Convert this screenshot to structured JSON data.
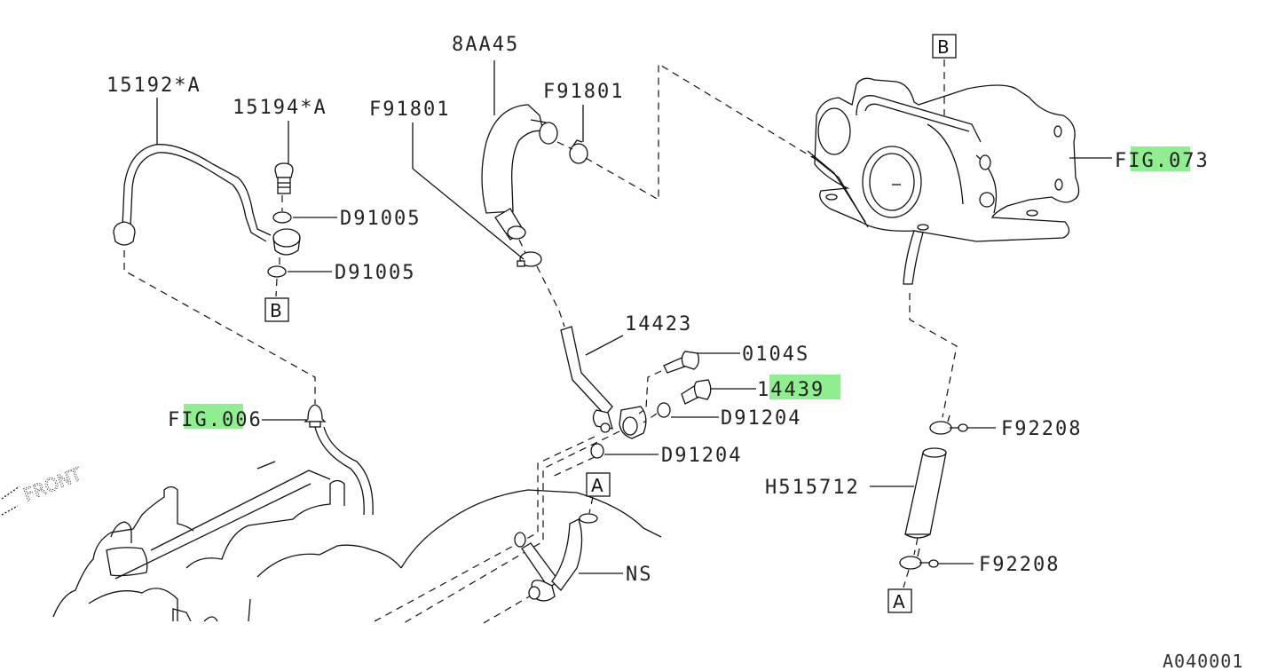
{
  "diagram": {
    "type": "exploded parts diagram",
    "code": "A040001",
    "front_indicator": "FRONT",
    "highlight_color": "#90ee90",
    "labels": [
      {
        "id": "15192A",
        "text": "15192*A"
      },
      {
        "id": "15194A",
        "text": "15194*A"
      },
      {
        "id": "F91801_left",
        "text": "F91801"
      },
      {
        "id": "8AA45",
        "text": "8AA45"
      },
      {
        "id": "F91801_right",
        "text": "F91801"
      },
      {
        "id": "D91005_top",
        "text": "D91005"
      },
      {
        "id": "D91005_bottom",
        "text": "D91005"
      },
      {
        "id": "14423",
        "text": "14423"
      },
      {
        "id": "0104S",
        "text": "0104S"
      },
      {
        "id": "D91204_top",
        "text": "D91204"
      },
      {
        "id": "D91204_bottom",
        "text": "D91204"
      },
      {
        "id": "NS",
        "text": "NS"
      },
      {
        "id": "F92208_top",
        "text": "F92208"
      },
      {
        "id": "H515712",
        "text": "H515712"
      },
      {
        "id": "F92208_bottom",
        "text": "F92208"
      }
    ],
    "highlighted_labels": [
      {
        "id": "14439",
        "prefix": "1",
        "highlight": "4439",
        "suffix": ""
      },
      {
        "id": "FIG006",
        "prefix": "F",
        "highlight": "IG.00",
        "suffix": "6"
      },
      {
        "id": "FIG073",
        "prefix": "F",
        "highlight": "IG.07",
        "suffix": "3"
      }
    ],
    "reference_boxes": [
      {
        "id": "B_left",
        "text": "B"
      },
      {
        "id": "B_top",
        "text": "B"
      },
      {
        "id": "A_middle",
        "text": "A"
      },
      {
        "id": "A_bottom",
        "text": "A"
      }
    ]
  }
}
